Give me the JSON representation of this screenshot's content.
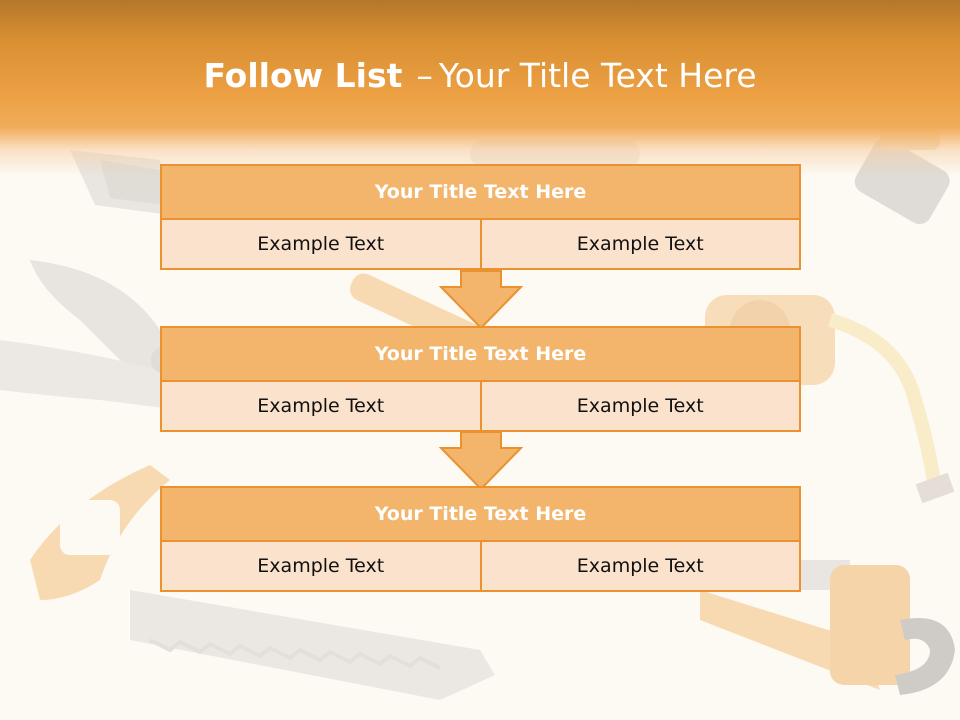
{
  "slide": {
    "title_bold": "Follow List",
    "title_separator": "–",
    "title_rest": "Your Title Text Here"
  },
  "blocks": [
    {
      "title": "Your Title Text Here",
      "cells": [
        "Example Text",
        "Example Text"
      ]
    },
    {
      "title": "Your Title Text Here",
      "cells": [
        "Example Text",
        "Example Text"
      ]
    },
    {
      "title": "Your Title Text Here",
      "cells": [
        "Example Text",
        "Example Text"
      ]
    }
  ],
  "colors": {
    "header_orange": "#eda044",
    "block_title_fill": "#f2b56b",
    "block_cell_fill": "#fbe2cd",
    "border_orange": "#ea9230",
    "arrow_fill": "#f2b56b"
  },
  "background_illustrations": [
    "file-icon",
    "hammer-icon",
    "pliers-icon",
    "tape-measure-icon",
    "handsaw-icon",
    "pipe-wrench-icon",
    "screwdriver-icon"
  ]
}
